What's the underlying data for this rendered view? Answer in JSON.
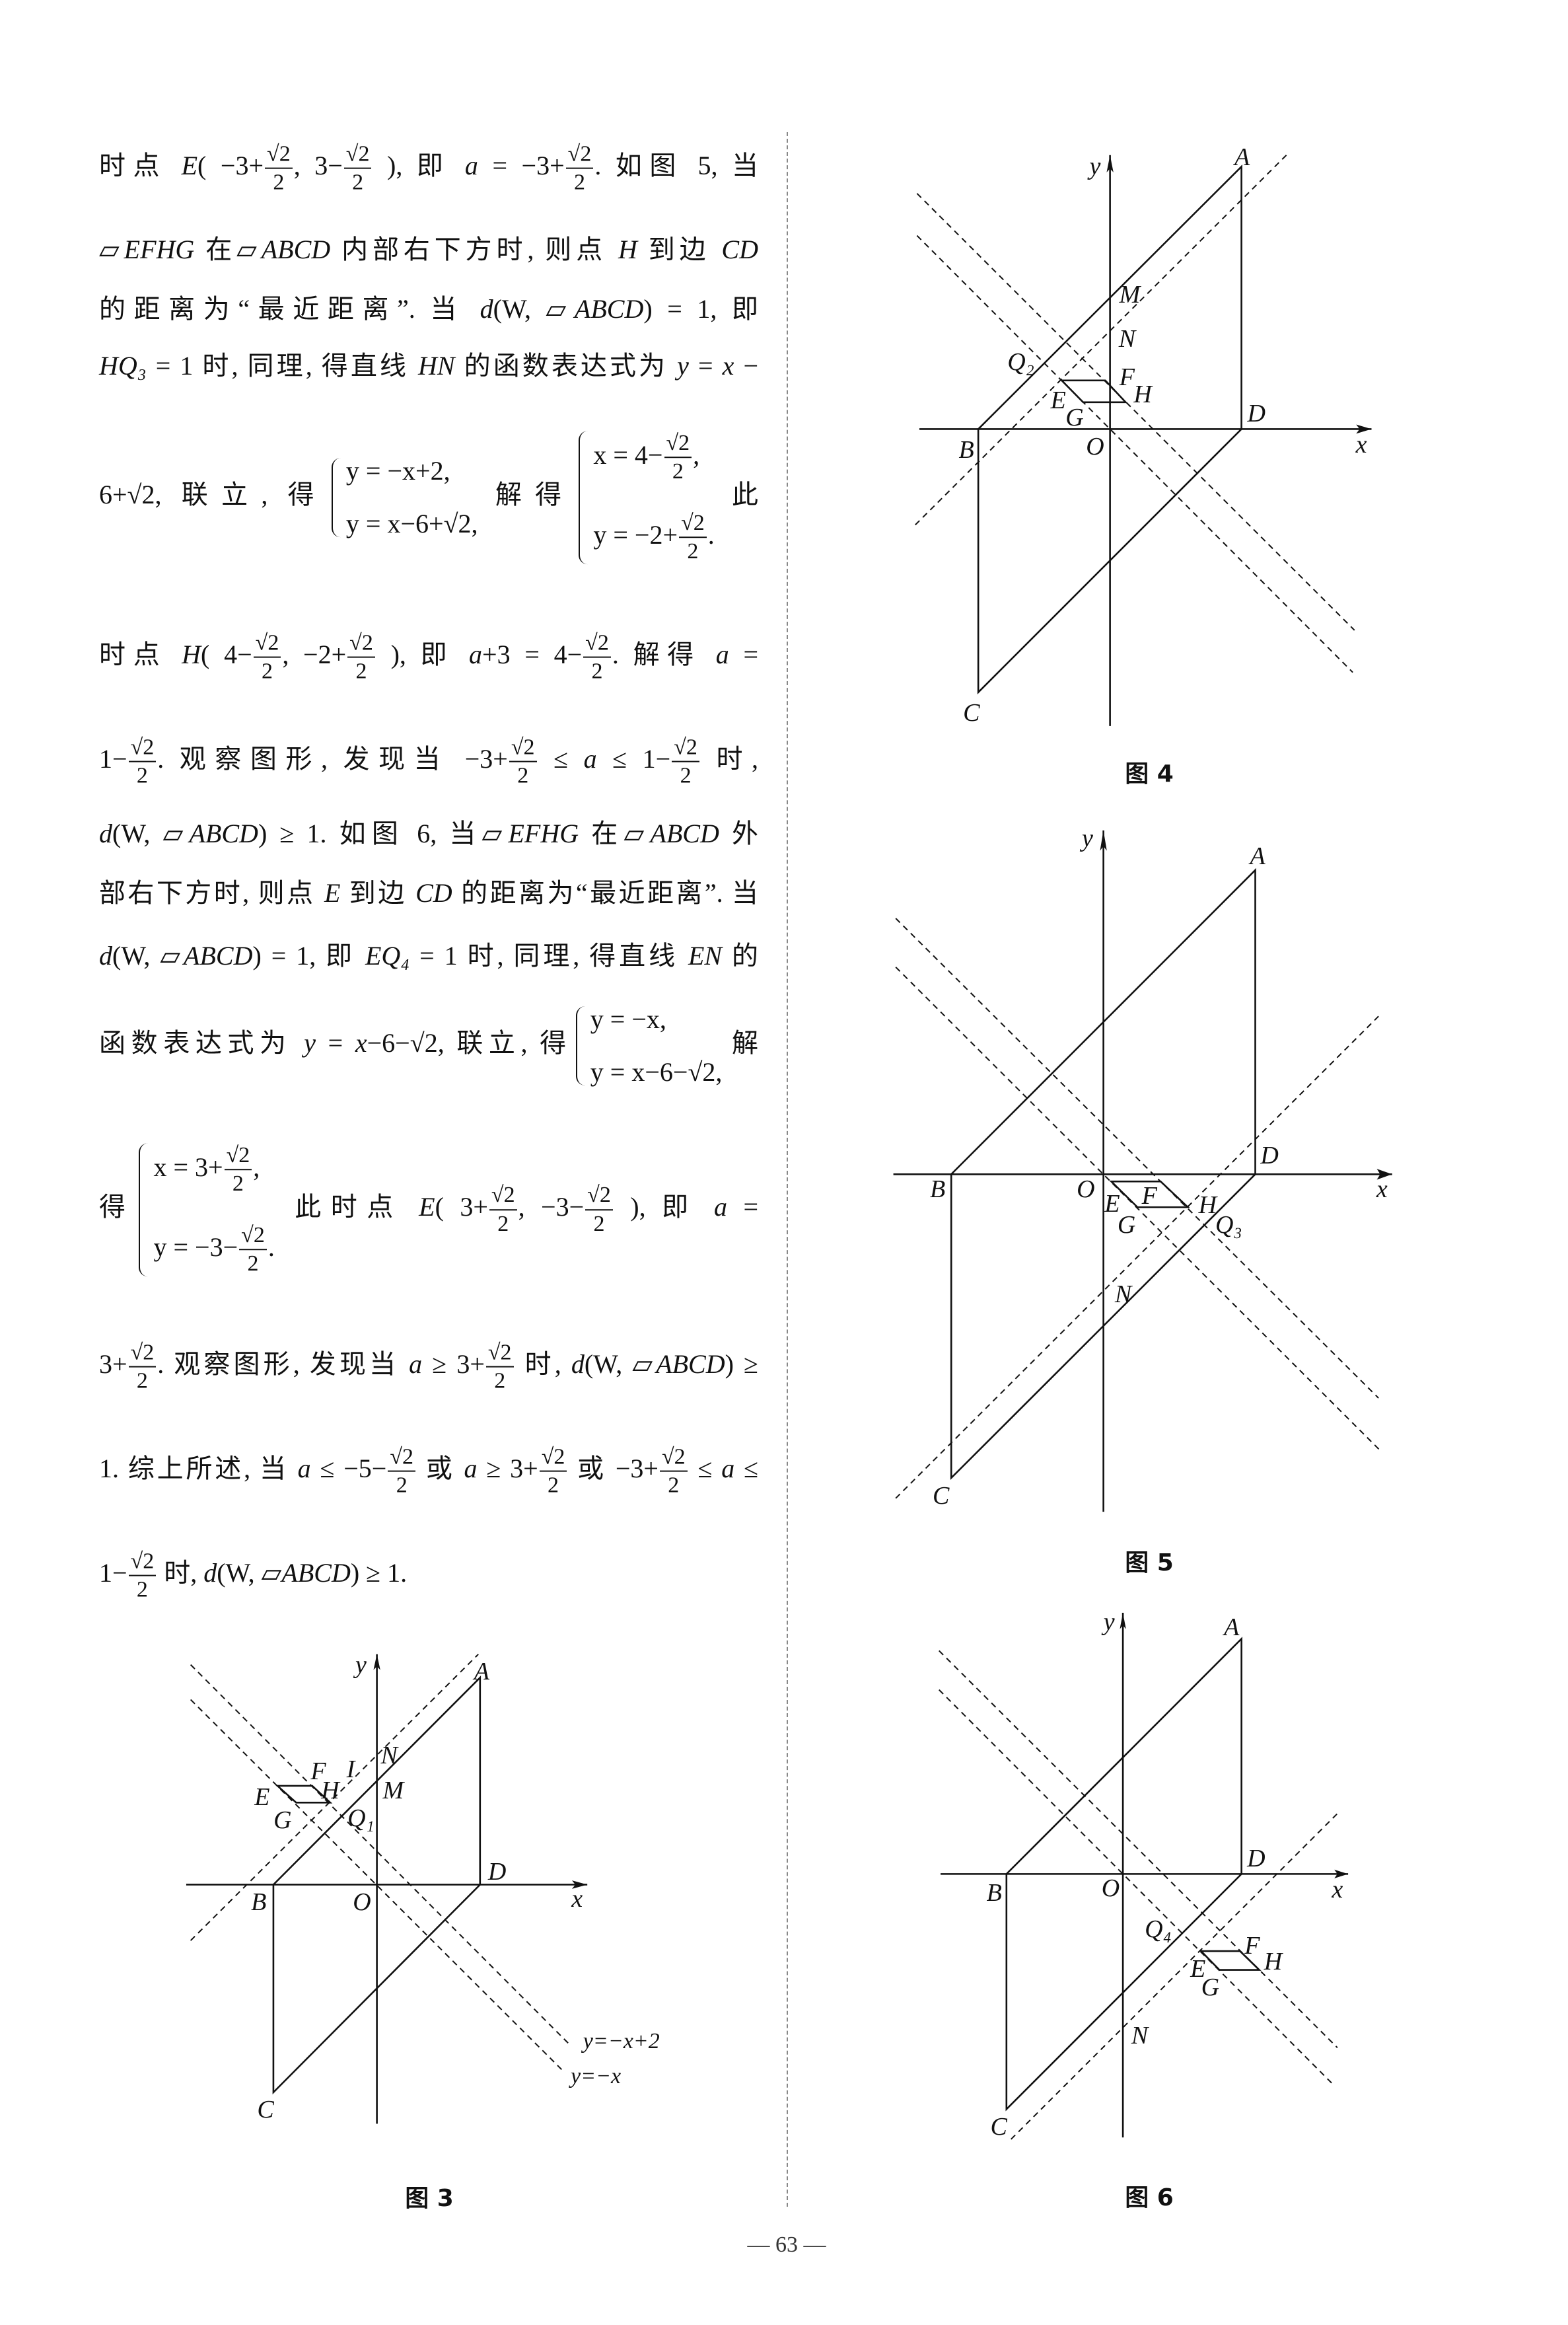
{
  "text": {
    "lines": [
      [
        "时点 ",
        {
          "i": "E"
        },
        "( −3+",
        {
          "f": [
            "√2",
            "2"
          ]
        },
        ", 3−",
        {
          "f": [
            "√2",
            "2"
          ]
        },
        " ), 即 ",
        {
          "i": "a"
        },
        " = −3+",
        {
          "f": [
            "√2",
            "2"
          ]
        },
        ". 如图 5, 当"
      ],
      [
        "▱",
        {
          "i": "EFHG"
        },
        " 在▱",
        {
          "i": "ABCD"
        },
        " 内部右下方时, 则点 ",
        {
          "i": "H"
        },
        " 到边 ",
        {
          "i": "CD"
        }
      ],
      [
        "的距离为“最近距离”. 当 ",
        {
          "i": "d"
        },
        "(W, ▱",
        {
          "i": "ABCD"
        },
        ") = 1, 即"
      ],
      [
        {
          "i": "HQ₃"
        },
        " = 1 时, 同理, 得直线 ",
        {
          "i": "HN"
        },
        " 的函数表达式为 ",
        {
          "i": "y"
        },
        " = ",
        {
          "i": "x"
        },
        " −"
      ],
      [
        "6+√2, 联立, 得",
        {
          "sys": [
            [
              "y = −x+2,"
            ],
            [
              "y = x−6+√2,"
            ]
          ]
        },
        "解得",
        {
          "sys": [
            [
              "x = 4−",
              {
                "f": [
                  "√2",
                  "2"
                ]
              },
              ","
            ],
            [
              "y = −2+",
              {
                "f": [
                  "√2",
                  "2"
                ]
              },
              "."
            ]
          ]
        },
        "此"
      ],
      [
        "时点 ",
        {
          "i": "H"
        },
        "( 4−",
        {
          "f": [
            "√2",
            "2"
          ]
        },
        ", −2+",
        {
          "f": [
            "√2",
            "2"
          ]
        },
        " ), 即 ",
        {
          "i": "a"
        },
        "+3 = 4−",
        {
          "f": [
            "√2",
            "2"
          ]
        },
        ". 解得 ",
        {
          "i": "a"
        },
        " ="
      ],
      [
        "1−",
        {
          "f": [
            "√2",
            "2"
          ]
        },
        ". 观察图形, 发现当 −3+",
        {
          "f": [
            "√2",
            "2"
          ]
        },
        " ≤ ",
        {
          "i": "a"
        },
        " ≤ 1−",
        {
          "f": [
            "√2",
            "2"
          ]
        },
        " 时,"
      ],
      [
        {
          "i": "d"
        },
        "(W, ▱",
        {
          "i": "ABCD"
        },
        ") ≥ 1. 如图 6, 当▱",
        {
          "i": "EFHG"
        },
        " 在▱",
        {
          "i": "ABCD"
        },
        " 外"
      ],
      [
        "部右下方时, 则点 ",
        {
          "i": "E"
        },
        " 到边 ",
        {
          "i": "CD"
        },
        " 的距离为“最近距离”. 当"
      ],
      [
        {
          "i": "d"
        },
        "(W, ▱",
        {
          "i": "ABCD"
        },
        ") = 1, 即 ",
        {
          "i": "EQ₄"
        },
        " = 1 时, 同理, 得直线 ",
        {
          "i": "EN"
        },
        " 的"
      ],
      [
        "函数表达式为 ",
        {
          "i": "y"
        },
        " = ",
        {
          "i": "x"
        },
        "−6−√2, 联立, 得",
        {
          "sys": [
            [
              "y = −x,"
            ],
            [
              "y = x−6−√2,"
            ]
          ]
        },
        "解"
      ],
      [
        "得",
        {
          "sys": [
            [
              "x = 3+",
              {
                "f": [
                  "√2",
                  "2"
                ]
              },
              ","
            ],
            [
              "y = −3−",
              {
                "f": [
                  "√2",
                  "2"
                ]
              },
              "."
            ]
          ]
        },
        " 此时点 ",
        {
          "i": "E"
        },
        "( 3+",
        {
          "f": [
            "√2",
            "2"
          ]
        },
        ", −3−",
        {
          "f": [
            "√2",
            "2"
          ]
        },
        " ), 即 ",
        {
          "i": "a"
        },
        " ="
      ],
      [
        "3+",
        {
          "f": [
            "√2",
            "2"
          ]
        },
        ". 观察图形, 发现当 ",
        {
          "i": "a"
        },
        " ≥ 3+",
        {
          "f": [
            "√2",
            "2"
          ]
        },
        " 时, ",
        {
          "i": "d"
        },
        "(W, ▱",
        {
          "i": "ABCD"
        },
        ") ≥"
      ],
      [
        "1. 综上所述, 当 ",
        {
          "i": "a"
        },
        " ≤ −5−",
        {
          "f": [
            "√2",
            "2"
          ]
        },
        " 或 ",
        {
          "i": "a"
        },
        " ≥ 3+",
        {
          "f": [
            "√2",
            "2"
          ]
        },
        " 或 −3+",
        {
          "f": [
            "√2",
            "2"
          ]
        },
        " ≤ ",
        {
          "i": "a"
        },
        " ≤"
      ],
      [
        "1−",
        {
          "f": [
            "√2",
            "2"
          ]
        },
        " 时, ",
        {
          "i": "d"
        },
        "(W, ▱",
        {
          "i": "ABCD"
        },
        ") ≥ 1."
      ]
    ]
  },
  "figures": {
    "fig3": {
      "caption": "图 3",
      "labels": {
        "y": "y",
        "A": "A",
        "N": "N",
        "I": "I",
        "F": "F",
        "H": "H",
        "E": "E",
        "M": "M",
        "G": "G",
        "Q": "Q₁",
        "D": "D",
        "B": "B",
        "O": "O",
        "x": "x",
        "C": "C",
        "eq1": "y=−x+2",
        "eq2": "y=−x"
      }
    },
    "fig4": {
      "caption": "图 4",
      "labels": {
        "y": "y",
        "A": "A",
        "M": "M",
        "N": "N",
        "Q": "Q₂",
        "F": "F",
        "H": "H",
        "E": "E",
        "G": "G",
        "D": "D",
        "B": "B",
        "O": "O",
        "x": "x",
        "C": "C"
      }
    },
    "fig5": {
      "caption": "图 5",
      "labels": {
        "y": "y",
        "A": "A",
        "D": "D",
        "B": "B",
        "O": "O",
        "x": "x",
        "F": "F",
        "E": "E",
        "H": "H",
        "G": "G",
        "Q": "Q₃",
        "N": "N",
        "C": "C"
      }
    },
    "fig6": {
      "caption": "图 6",
      "labels": {
        "y": "y",
        "A": "A",
        "D": "D",
        "B": "B",
        "O": "O",
        "x": "x",
        "Q": "Q₄",
        "F": "F",
        "H": "H",
        "E": "E",
        "G": "G",
        "N": "N",
        "C": "C"
      }
    }
  },
  "footer": {
    "page_number": "— 63 —"
  }
}
